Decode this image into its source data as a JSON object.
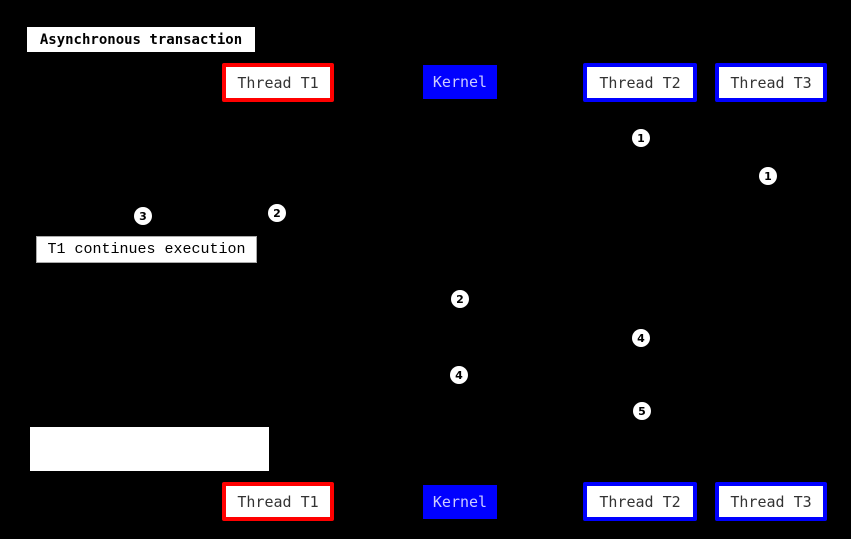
{
  "diagram": {
    "title": "Asynchronous transaction",
    "background_color": "#000000",
    "colors": {
      "thread_t1_border": "#ff0000",
      "thread_t2_t3_border": "#0000ff",
      "kernel_fill": "#0000ff",
      "kernel_text": "#ccccff",
      "actor_text": "#333333",
      "badge_fill": "#ffffff",
      "badge_text": "#000000"
    },
    "actors": [
      {
        "label": "Thread T1",
        "variant": "red-outline"
      },
      {
        "label": "Kernel",
        "variant": "blue-filled"
      },
      {
        "label": "Thread T2",
        "variant": "blue-outline"
      },
      {
        "label": "Thread T3",
        "variant": "blue-outline"
      }
    ],
    "note": {
      "label": "T1 continues execution"
    },
    "empty_note": {
      "label": ""
    },
    "sequence_numbers": [
      {
        "value": "1",
        "lifeline": "Thread T2"
      },
      {
        "value": "1",
        "lifeline": "Thread T3"
      },
      {
        "value": "2",
        "lifeline": "Thread T1"
      },
      {
        "value": "3",
        "lifeline": "note"
      },
      {
        "value": "2",
        "lifeline": "Kernel"
      },
      {
        "value": "4",
        "lifeline": "Thread T2"
      },
      {
        "value": "4",
        "lifeline": "Kernel"
      },
      {
        "value": "5",
        "lifeline": "Thread T2"
      }
    ]
  }
}
